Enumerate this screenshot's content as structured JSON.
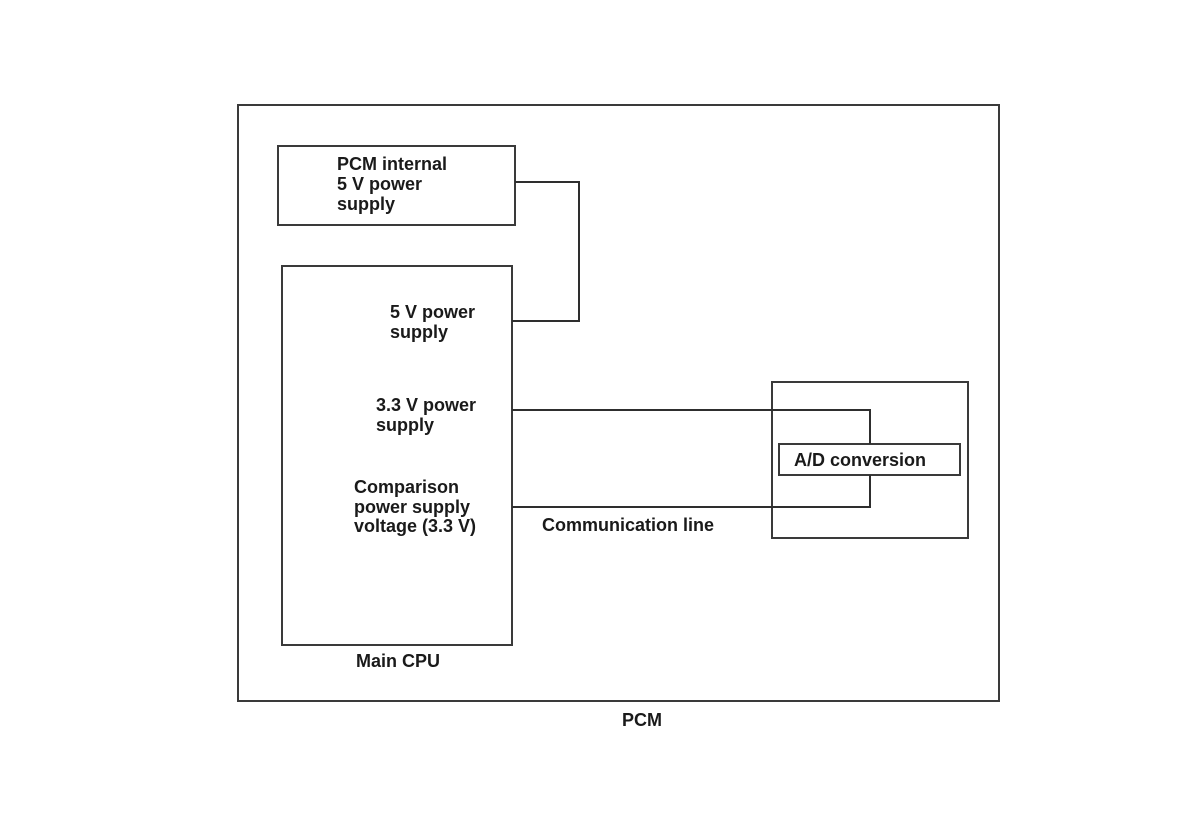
{
  "diagram": {
    "pcm_label": "PCM",
    "internal_supply": {
      "line1": "PCM internal",
      "line2": "5 V power",
      "line3": "supply"
    },
    "main_cpu": {
      "label": "Main CPU",
      "pin_5v": {
        "line1": "5 V power",
        "line2": "supply"
      },
      "pin_3v3": {
        "line1": "3.3 V power",
        "line2": "supply"
      },
      "pin_compare": {
        "line1": "Comparison",
        "line2": "power supply",
        "line3": "voltage (3.3 V)"
      }
    },
    "communication_line": "Communication line",
    "ad_conversion": "A/D conversion"
  }
}
